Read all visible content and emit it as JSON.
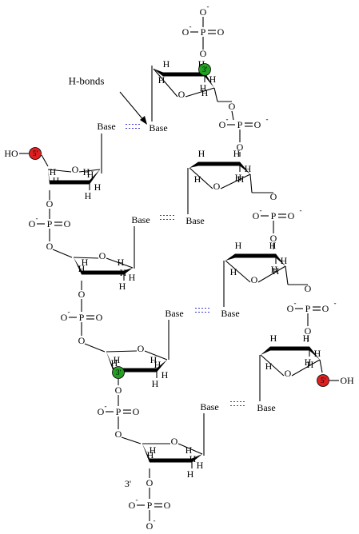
{
  "labels": {
    "hbonds": "H-bonds",
    "base": "Base",
    "h": "H",
    "o": "O",
    "p": "P",
    "ho": "HO",
    "oh": "OH",
    "neg": "-",
    "five_prime": "5'",
    "three_prime_marker": "3'",
    "three_prime_end": "3'"
  },
  "colors": {
    "five_prime": "#e02020",
    "three_prime": "#22a022",
    "hbond": "#3a3ad0"
  }
}
